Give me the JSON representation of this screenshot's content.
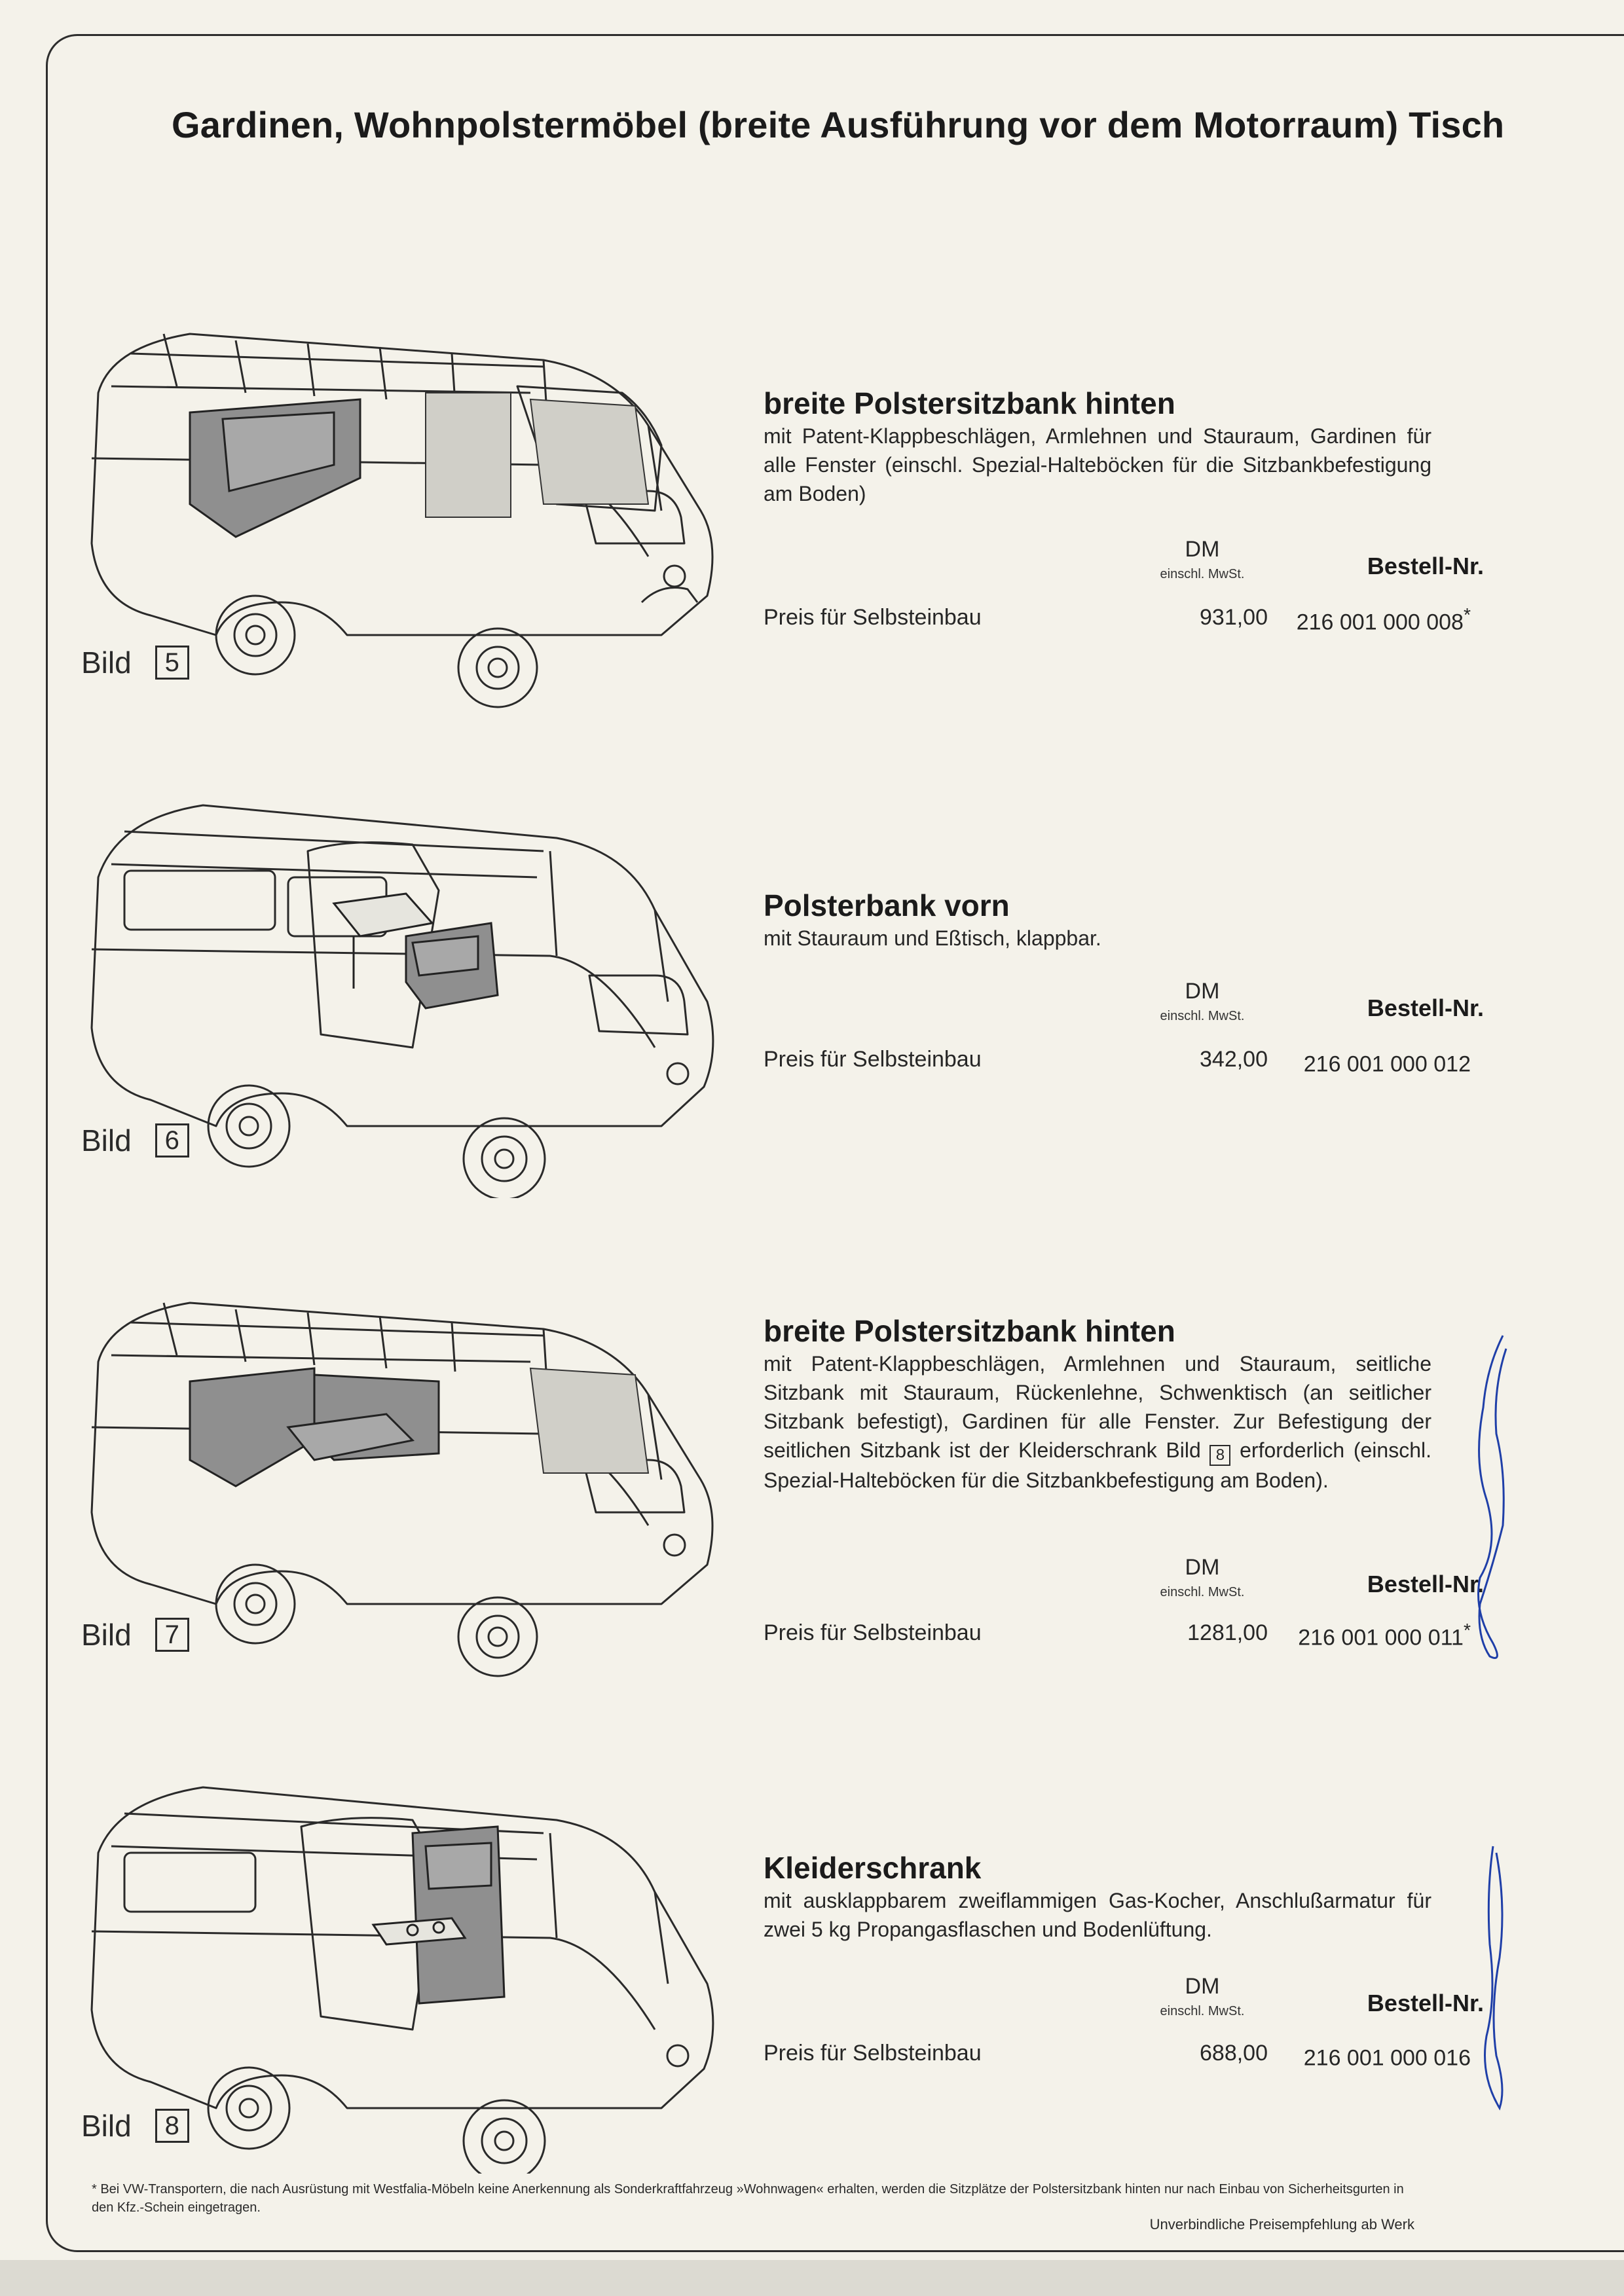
{
  "title": "Gardinen, Wohnpolstermöbel (breite Ausführung vor dem Motorraum) Tisch",
  "bild_word": "Bild",
  "items": [
    {
      "bild": "5",
      "heading": "breite Polstersitzbank hinten",
      "description": "mit Patent-Klappbeschlägen, Armlehnen und Stauraum, Gardinen für alle Fenster (einschl. Spezial-Halteböcken für die Sitzbankbefestigung am Boden)",
      "currency": "DM",
      "vat_note": "einschl. MwSt.",
      "order_label": "Bestell-Nr.",
      "price_label": "Preis für Selbsteinbau",
      "price": "931,00",
      "order_no": "216 001 000 008",
      "asterisk": "*"
    },
    {
      "bild": "6",
      "heading": "Polsterbank vorn",
      "description": "mit Stauraum und Eßtisch, klappbar.",
      "currency": "DM",
      "vat_note": "einschl. MwSt.",
      "order_label": "Bestell-Nr.",
      "price_label": "Preis für Selbsteinbau",
      "price": "342,00",
      "order_no": "216 001 000 012",
      "asterisk": ""
    },
    {
      "bild": "7",
      "heading": "breite Polstersitzbank hinten",
      "description_part1": "mit Patent-Klappbeschlägen, Armlehnen und Stauraum, seitliche Sitzbank mit Stauraum, Rückenlehne, Schwenktisch (an seitlicher Sitzbank befestigt), Gardinen für alle Fenster. Zur Befestigung der seitlichen Sitzbank ist der Kleiderschrank Bild",
      "description_ref": "8",
      "description_part2": "erforderlich (einschl. Spezial-Halteböcken für die Sitzbankbefestigung am Boden).",
      "currency": "DM",
      "vat_note": "einschl. MwSt.",
      "order_label": "Bestell-Nr.",
      "price_label": "Preis für Selbsteinbau",
      "price": "1281,00",
      "order_no": "216 001 000 011",
      "asterisk": "*"
    },
    {
      "bild": "8",
      "heading": "Kleiderschrank",
      "description": "mit ausklappbarem zweiflammigen Gas-Kocher, Anschlußarmatur für zwei 5 kg Propangasflaschen und Bodenlüftung.",
      "currency": "DM",
      "vat_note": "einschl. MwSt.",
      "order_label": "Bestell-Nr.",
      "price_label": "Preis für Selbsteinbau",
      "price": "688,00",
      "order_no": "216 001 000 016",
      "asterisk": ""
    }
  ],
  "footnote": "*  Bei VW-Transportern, die nach Ausrüstung mit Westfalia-Möbeln keine Anerkennung als Sonderkraftfahrzeug »Wohnwagen« erhalten, werden die Sitzplätze der Polstersitzbank hinten nur nach Einbau von Sicherheitsgurten in den Kfz.-Schein eingetragen.",
  "footer": "Unverbindliche Preisempfehlung ab Werk"
}
